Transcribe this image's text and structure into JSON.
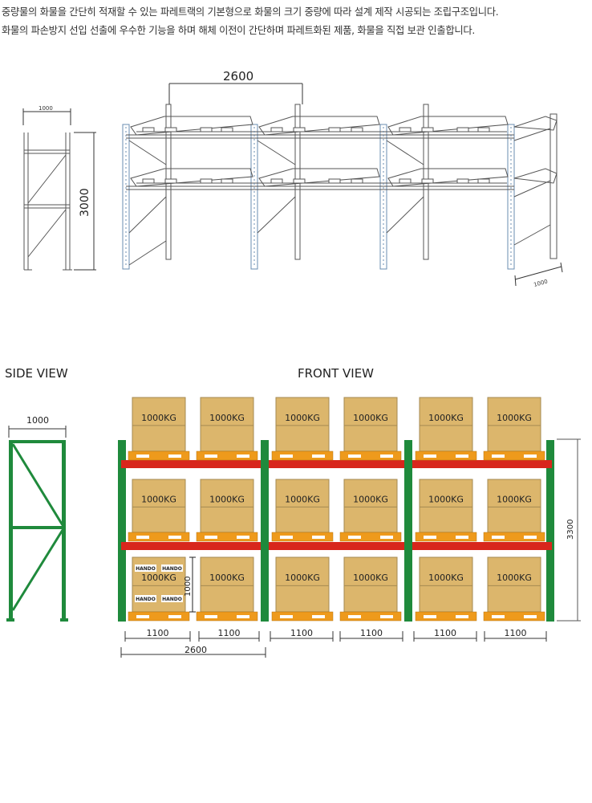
{
  "intro": {
    "line1": "중량물의 화물을 간단히 적재할 수 있는 파레트랙의 기본형으로 화물의 크기 중량에 따라 설계 제작 시공되는 조립구조입니다.",
    "line2": "화물의 파손방지 선입 선출에 우수한 기능을 하며 해체 이전이 간단하며 파레트화된 제품, 화물을 직접 보관 인출합니다."
  },
  "iso_drawing": {
    "frame_width": "1000",
    "height": "3000",
    "bay_width": "2600",
    "depth": "1000"
  },
  "side_view": {
    "title": "SIDE VIEW",
    "width": "1000"
  },
  "front_view": {
    "title": "FRONT VIEW",
    "load_label": "1000KG",
    "brand": "HANDO",
    "box_height": "1000",
    "total_height": "3300",
    "pallet_width": "1100",
    "bay_width": "2600"
  },
  "colors": {
    "upright": "#1f8a3c",
    "beam": "#d8261c",
    "pallet": "#ee9a1c",
    "box": "#dcb66c",
    "box_edge": "#a58a52"
  }
}
